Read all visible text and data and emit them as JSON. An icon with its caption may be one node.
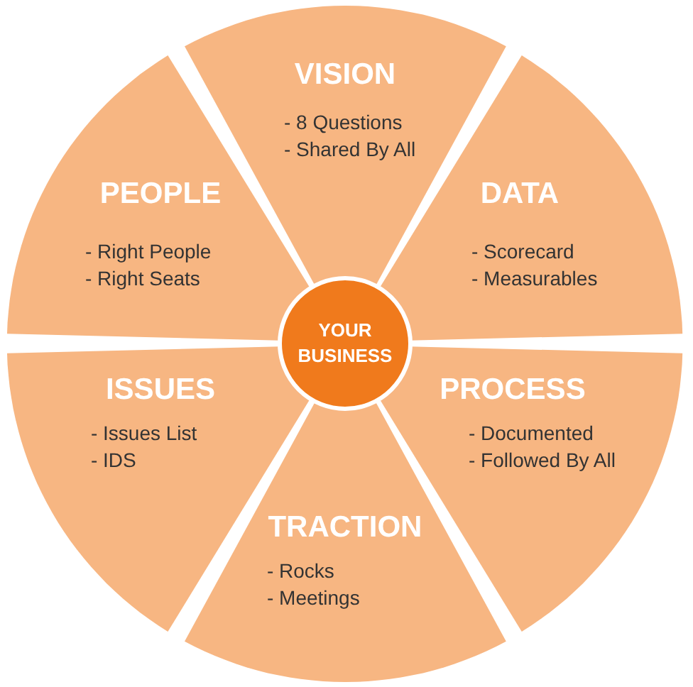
{
  "diagram": {
    "nodes": [
      {
        "text": [
          "VISION",
          "- 8 Questions",
          "- Shared By All"
        ]
      },
      {
        "text": [
          "DATA",
          "- Scorecard",
          "- Measurables"
        ]
      },
      {
        "text": [
          "PEOPLE",
          "- Right People",
          "- Right Seats"
        ]
      },
      {
        "text": [
          "YOUR BUSINESS"
        ]
      },
      {
        "text": [
          "ISSUES",
          "- Issues List",
          "- IDS"
        ]
      },
      {
        "text": [
          "PROCESS",
          "- Documented",
          "- Followed By All"
        ]
      },
      {
        "text": [
          "TRACTION",
          "- Rocks",
          "- Meetings"
        ]
      }
    ]
  }
}
